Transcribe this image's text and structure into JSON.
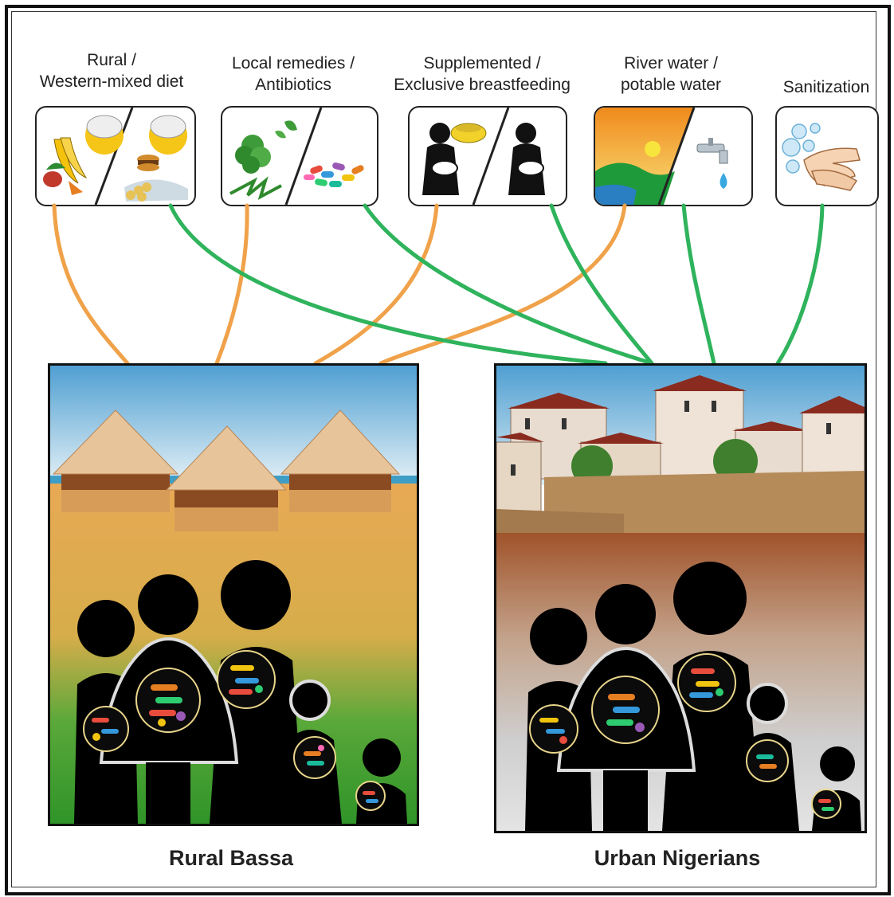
{
  "factors": [
    {
      "id": "diet",
      "label_line1": "Rural /",
      "label_line2": "Western-mixed diet",
      "icon": "food-icon"
    },
    {
      "id": "medicine",
      "label_line1": "Local remedies /",
      "label_line2": "Antibiotics",
      "icon": "herbs-pills-icon"
    },
    {
      "id": "feeding",
      "label_line1": "Supplemented /",
      "label_line2": "Exclusive breastfeeding",
      "icon": "breastfeeding-icon"
    },
    {
      "id": "water",
      "label_line1": "River water /",
      "label_line2": "potable water",
      "icon": "water-tap-icon"
    },
    {
      "id": "sanitation",
      "label_line1": "Sanitization",
      "label_line2": "",
      "icon": "hand-washing-icon"
    }
  ],
  "groups": {
    "rural": {
      "label": "Rural Bassa"
    },
    "urban": {
      "label": "Urban Nigerians"
    }
  },
  "link_colors": {
    "rural": "#f0a24a",
    "urban": "#2fb35c"
  },
  "colors": {
    "rural_ground": "#e8a955",
    "rural_grass": "#3a9a2f",
    "urban_ground": "#a0532a",
    "sky": "#6ab4dd"
  }
}
